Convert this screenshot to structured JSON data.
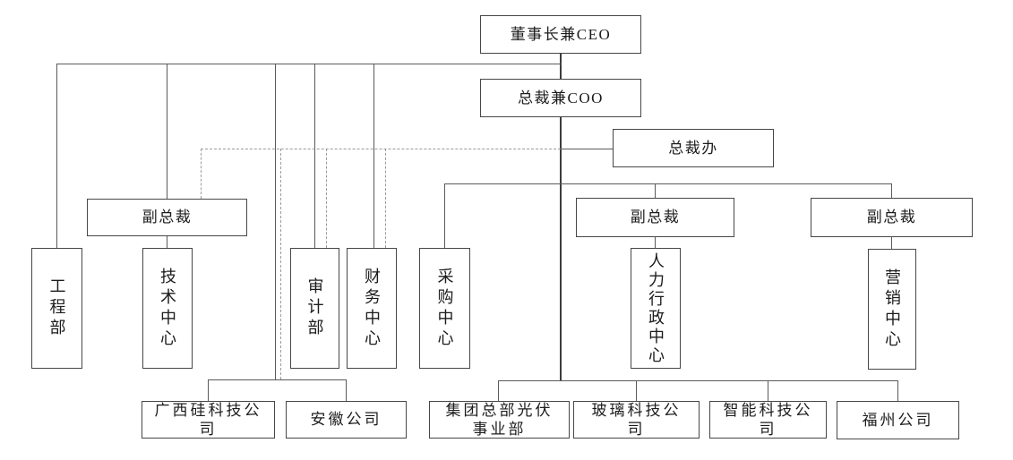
{
  "diagram": {
    "type": "org-chart",
    "nodes": {
      "chairman_ceo": {
        "label": "董事长兼CEO"
      },
      "president_coo": {
        "label": "总裁兼COO"
      },
      "president_office": {
        "label": "总裁办"
      },
      "vp_left": {
        "label": "副总裁"
      },
      "vp_middle": {
        "label": "副总裁"
      },
      "vp_right": {
        "label": "副总裁"
      },
      "engineering_dept": {
        "label": "工程部"
      },
      "technology_center": {
        "label": "技术中心"
      },
      "audit_dept": {
        "label": "审计部"
      },
      "finance_center": {
        "label": "财务中心"
      },
      "procurement_center": {
        "label": "采购中心"
      },
      "hr_admin_center": {
        "label": "人力行政中心"
      },
      "marketing_center": {
        "label": "营销中心"
      },
      "guangxi_silicon": {
        "label": "广西硅科技公司"
      },
      "anhui_company": {
        "label": "安徽公司"
      },
      "group_pv_division": {
        "label": "集团总部光伏事业部"
      },
      "glass_tech": {
        "label": "玻璃科技公司"
      },
      "smart_tech": {
        "label": "智能科技公司"
      },
      "fuzhou_company": {
        "label": "福州公司"
      }
    },
    "colors": {
      "line": "#5a5a5a",
      "dashed_line": "#9b9b9b",
      "box_border": "#474747",
      "text": "#1c1c1c",
      "background": "#ffffff"
    }
  }
}
